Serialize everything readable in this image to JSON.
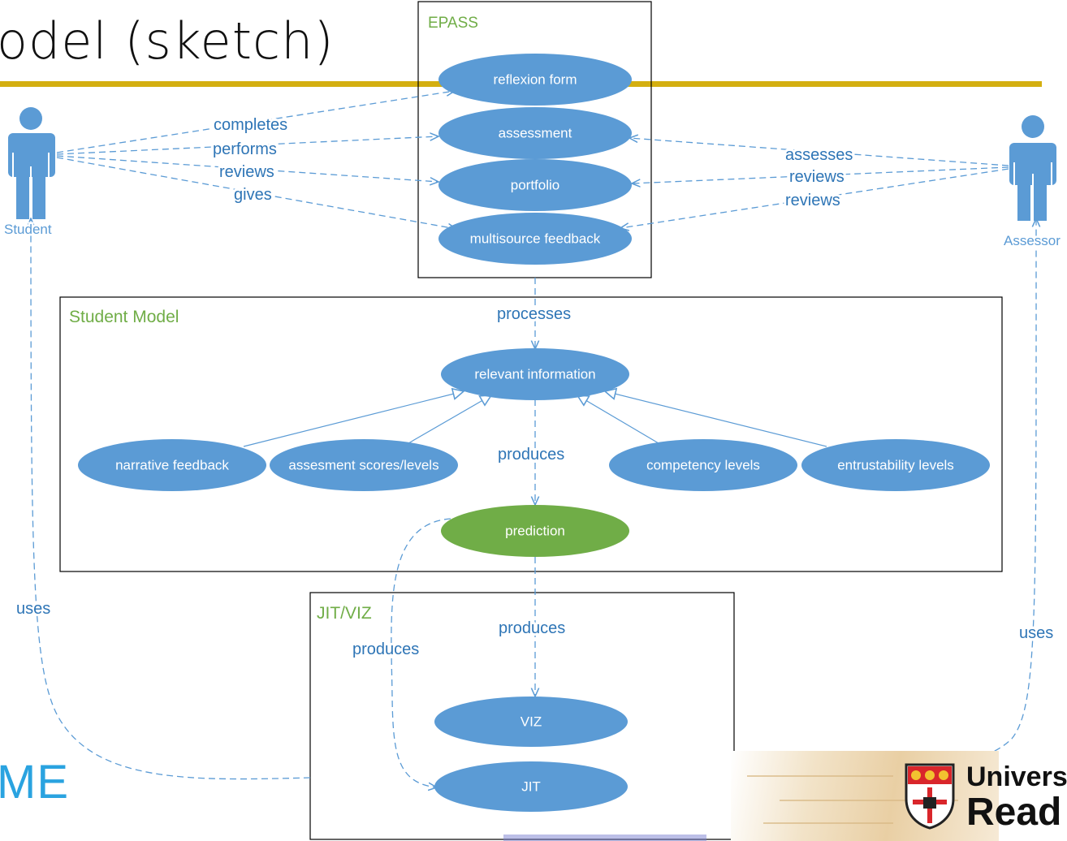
{
  "slide": {
    "title_fragment": "odel (sketch)",
    "brand_fragment": "ME",
    "university_line1": "Univers",
    "university_line2": "Read"
  },
  "containers": {
    "epass": "EPASS",
    "student_model": "Student Model",
    "jit_viz": "JIT/VIZ"
  },
  "actors": {
    "student": "Student",
    "assessor": "Assessor"
  },
  "nodes": {
    "reflexion_form": "reflexion form",
    "assessment": "assessment",
    "portfolio": "portfolio",
    "multisource_feedback": "multisource feedback",
    "relevant_information": "relevant information",
    "narrative_feedback": "narrative feedback",
    "assessment_scores": "assesment scores/levels",
    "competency_levels": "competency levels",
    "entrustability_levels": "entrustability  levels",
    "prediction": "prediction",
    "viz": "VIZ",
    "jit": "JIT"
  },
  "edges": {
    "completes": "completes",
    "performs": "performs",
    "reviews_student": "reviews",
    "gives": "gives",
    "assesses": "assesses",
    "reviews_assessor_1": "reviews",
    "reviews_assessor_2": "reviews",
    "processes": "processes",
    "produces_prediction": "produces",
    "produces_viz": "produces",
    "produces_jit": "produces",
    "uses_student": "uses",
    "uses_assessor": "uses"
  },
  "colors": {
    "node_blue": "#5b9bd5",
    "node_green": "#70ad47",
    "container_label_green": "#70ad47",
    "edge_blue": "#5b9bd5",
    "title_rule": "#d4af10"
  },
  "icons": {
    "actor": "person-icon",
    "crest": "university-crest-icon"
  }
}
